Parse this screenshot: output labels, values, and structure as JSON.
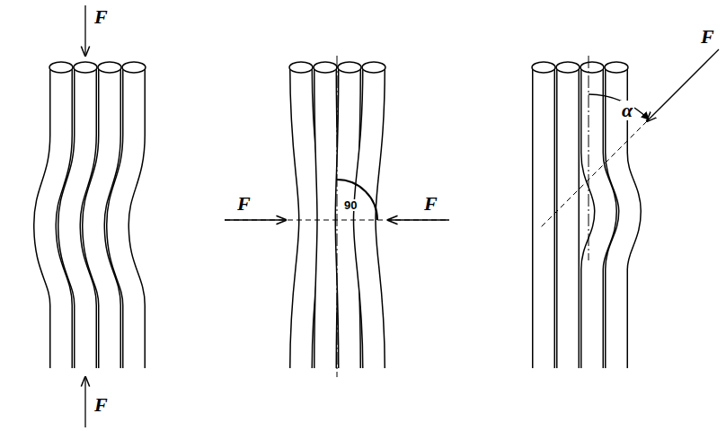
{
  "diagram": {
    "labels": [
      "F",
      "F",
      "α",
      "F",
      "90",
      "F",
      "F"
    ]
  }
}
